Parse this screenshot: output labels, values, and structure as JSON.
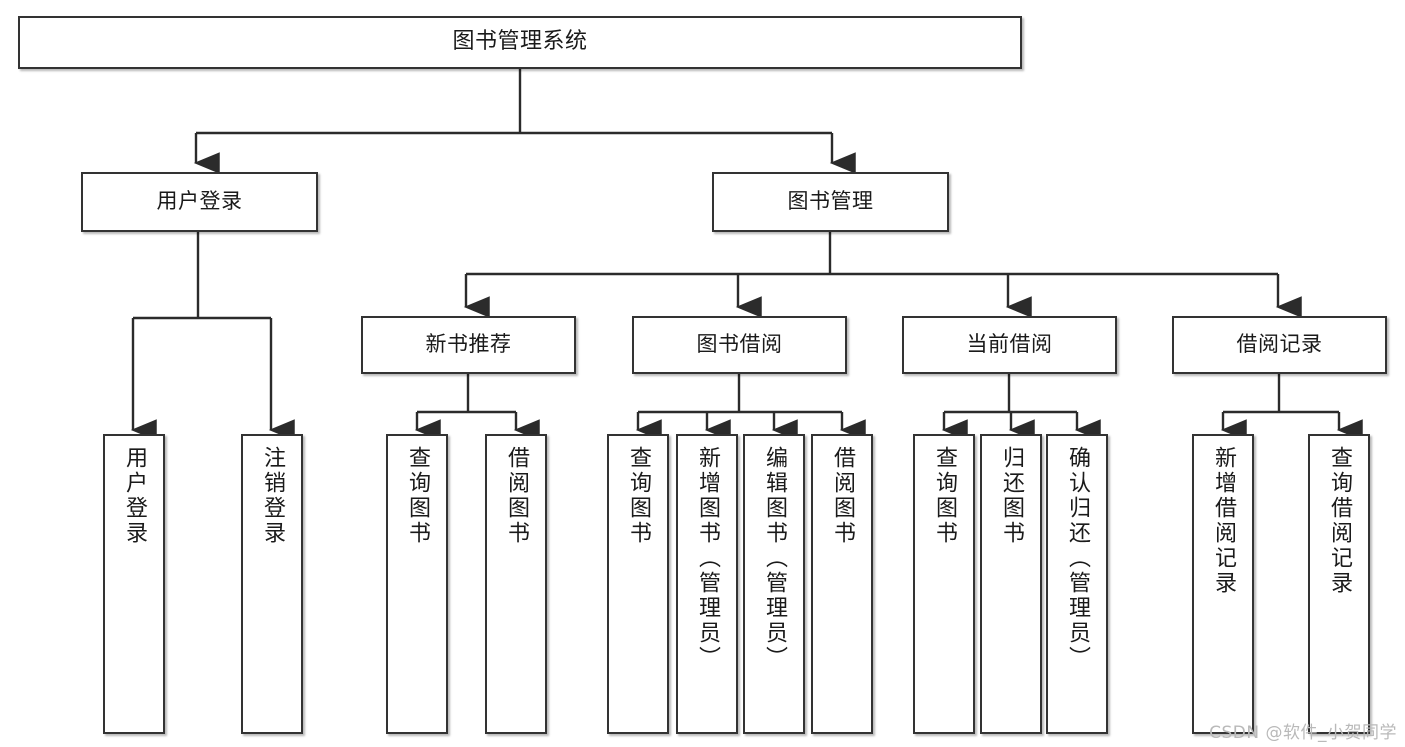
{
  "diagram": {
    "type": "tree-hierarchy-chart",
    "title": "图书管理系统",
    "line_color": "#333333",
    "box_fill": "#ffffff",
    "background": "#ffffff",
    "watermark": "CSDN @软件_小贺同学",
    "nodes": {
      "root": {
        "label": "图书管理系统"
      },
      "level2": [
        {
          "id": "user-login",
          "label": "用户登录"
        },
        {
          "id": "book-manage",
          "label": "图书管理"
        }
      ],
      "level3": [
        {
          "id": "new-book-recommend",
          "label": "新书推荐"
        },
        {
          "id": "book-borrow",
          "label": "图书借阅"
        },
        {
          "id": "current-borrow",
          "label": "当前借阅"
        },
        {
          "id": "borrow-record",
          "label": "借阅记录"
        }
      ],
      "leaves": [
        {
          "id": "leaf-user-login",
          "label": "用户登录",
          "parent": "user-login"
        },
        {
          "id": "leaf-logout-login",
          "label": "注销登录",
          "parent": "user-login"
        },
        {
          "id": "leaf-query-book-1",
          "label": "查询图书",
          "parent": "new-book-recommend"
        },
        {
          "id": "leaf-borrow-book-1",
          "label": "借阅图书",
          "parent": "new-book-recommend"
        },
        {
          "id": "leaf-query-book-2",
          "label": "查询图书",
          "parent": "book-borrow"
        },
        {
          "id": "leaf-add-book",
          "label": "新增图书（管理员）",
          "parent": "book-borrow"
        },
        {
          "id": "leaf-edit-book",
          "label": "编辑图书（管理员）",
          "parent": "book-borrow"
        },
        {
          "id": "leaf-borrow-book-2",
          "label": "借阅图书",
          "parent": "book-borrow"
        },
        {
          "id": "leaf-query-book-3",
          "label": "查询图书",
          "parent": "current-borrow"
        },
        {
          "id": "leaf-return-book",
          "label": "归还图书",
          "parent": "current-borrow"
        },
        {
          "id": "leaf-confirm-return",
          "label": "确认归还（管理员）",
          "parent": "current-borrow"
        },
        {
          "id": "leaf-add-record",
          "label": "新增借阅记录",
          "parent": "borrow-record"
        },
        {
          "id": "leaf-query-record",
          "label": "查询借阅记录",
          "parent": "borrow-record"
        }
      ]
    }
  }
}
